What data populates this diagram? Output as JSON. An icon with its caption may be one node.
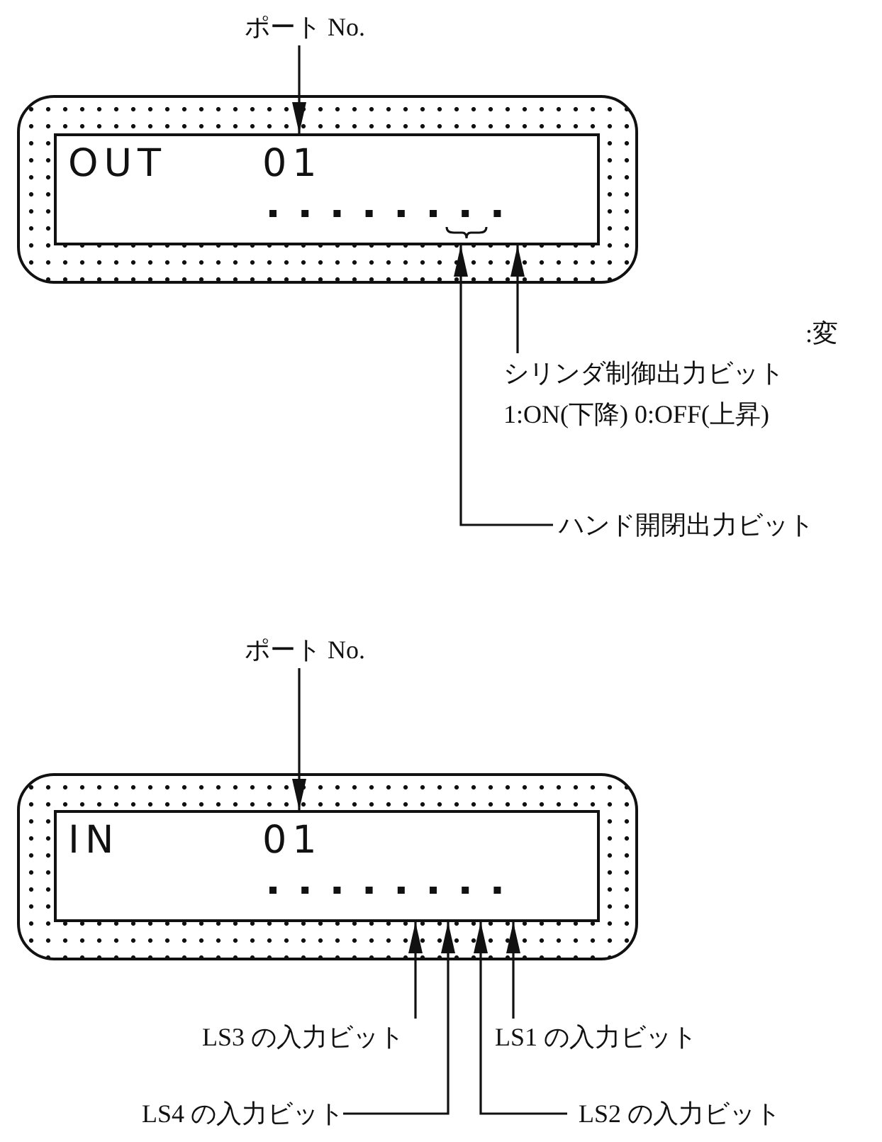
{
  "diagram": {
    "nodes": [
      {
        "text": [],
        "shape": "box"
      },
      {
        "text": [
          "OUT",
          "01"
        ],
        "in": 0
      },
      {
        "text": [
          "ポート No."
        ]
      },
      {
        "text": [
          "シリンダ制御出力ビット",
          "1:ON(下降) 0:OFF(上昇)"
        ]
      },
      {
        "text": [
          "ハンド開閉出力ビット"
        ]
      },
      {
        "text": [],
        "shape": "box"
      },
      {
        "text": [
          "IN",
          "01"
        ],
        "in": 5
      },
      {
        "text": [
          "ポート No."
        ]
      },
      {
        "text": [
          "LS3 の入力ビット"
        ]
      },
      {
        "text": [
          "LS1 の入力ビット"
        ]
      },
      {
        "text": [
          "LS4 の入力ビット"
        ]
      },
      {
        "text": [
          "LS2 の入力ビット"
        ]
      }
    ],
    "edges": [
      {
        "from": 2,
        "to": 1,
        "arrow": "to"
      },
      {
        "from": 3,
        "to": 1,
        "arrow": "to"
      },
      {
        "from": 4,
        "to": 1,
        "arrow": "to"
      },
      {
        "from": 7,
        "to": 6,
        "arrow": "to"
      },
      {
        "from": 8,
        "to": 6,
        "arrow": "to"
      },
      {
        "from": 9,
        "to": 6,
        "arrow": "to"
      },
      {
        "from": 10,
        "to": 6,
        "arrow": "to"
      },
      {
        "from": 11,
        "to": 6,
        "arrow": "to"
      }
    ],
    "labels": [
      ":変"
    ]
  }
}
